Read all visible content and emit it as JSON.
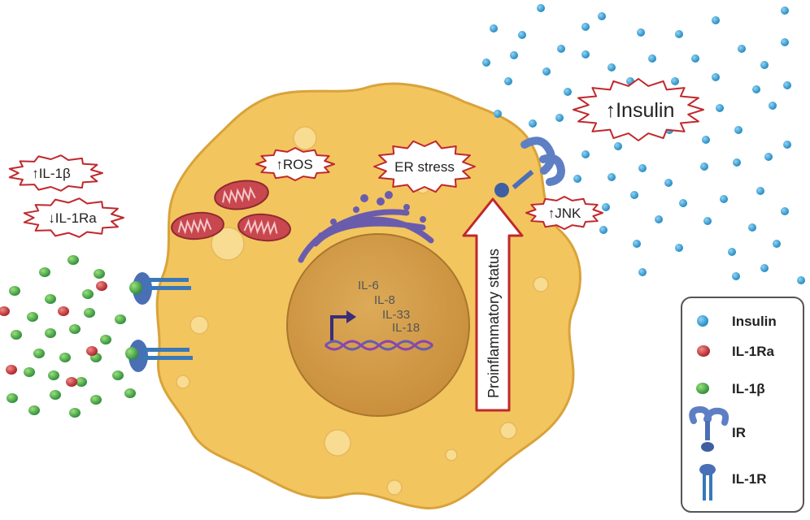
{
  "bursts": {
    "il1b": "↑IL-1β",
    "il1ra": "↓IL-1Ra",
    "ros": "↑ROS",
    "er_stress": "ER stress",
    "insulin": "↑Insulin",
    "jnk": "↑JNK"
  },
  "nucleus": {
    "genes": [
      "IL-6",
      "IL-8",
      "IL-33",
      "IL-18"
    ]
  },
  "arrow_label": "Proinflammatory status",
  "legend": {
    "items": [
      {
        "label": "Insulin",
        "icon": "blue-dot-icon",
        "color": "#2a9fd6"
      },
      {
        "label": "IL-1Ra",
        "icon": "red-dot-icon",
        "color": "#c0282d"
      },
      {
        "label": "IL-1β",
        "icon": "green-dot-icon",
        "color": "#3aa64a"
      },
      {
        "label": "IR",
        "icon": "insulin-receptor-icon",
        "color": "#4a6fb5"
      },
      {
        "label": "IL-1R",
        "icon": "il1-receptor-icon",
        "color": "#3a78b8"
      }
    ]
  },
  "colors": {
    "cell": "#f3c55f",
    "cell_edge": "#d9a33a",
    "nucleus": "#d39b45",
    "burst_edge": "#c0282d",
    "insulin": "#2a9fd6",
    "il1ra": "#c0282d",
    "il1b": "#3aa64a",
    "er": "#6a5cad",
    "mito": "#c9474f"
  }
}
